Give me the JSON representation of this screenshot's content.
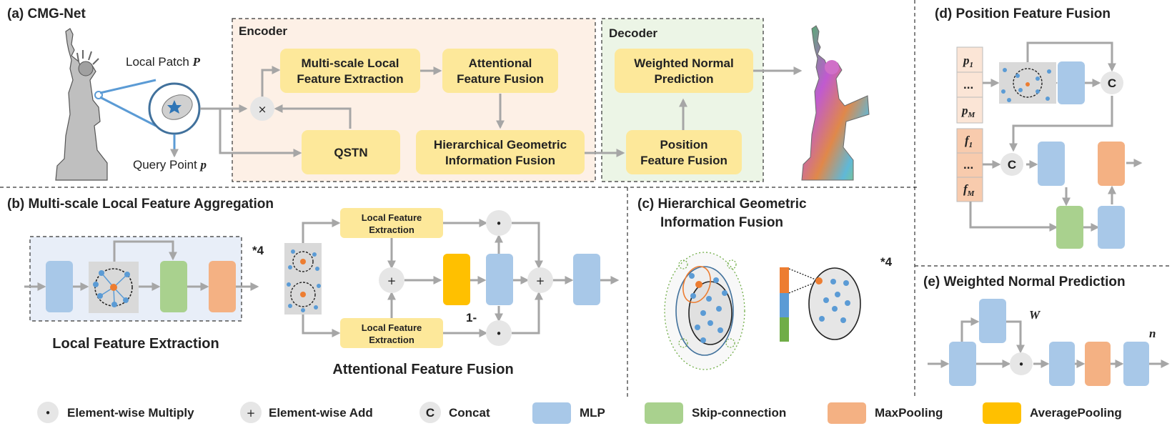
{
  "panels": {
    "a_title": "(a) CMG-Net",
    "b_title": "(b) Multi-scale Local Feature Aggregation",
    "c_title_1": "(c) Hierarchical Geometric",
    "c_title_2": "Information Fusion",
    "d_title": "(d) Position Feature Fusion",
    "e_title": "(e) Weighted Normal Prediction"
  },
  "a": {
    "encoder": "Encoder",
    "decoder": "Decoder",
    "local_patch": "Local Patch",
    "local_patch_sym": "P",
    "query_point": "Query Point",
    "query_point_sym": "p",
    "mslfe_1": "Multi-scale Local",
    "mslfe_2": "Feature Extraction",
    "aff_1": "Attentional",
    "aff_2": "Feature Fusion",
    "hgif_1": "Hierarchical Geometric",
    "hgif_2": "Information Fusion",
    "qstn": "QSTN",
    "wnp_1": "Weighted Normal",
    "wnp_2": "Prediction",
    "pff_1": "Position",
    "pff_2": "Feature Fusion",
    "times": "×"
  },
  "b": {
    "repeat": "*4",
    "lfe_caption": "Local Feature Extraction",
    "lfe_top_1": "Local Feature",
    "lfe_top_2": "Extraction",
    "lfe_bot_1": "Local Feature",
    "lfe_bot_2": "Extraction",
    "one_minus": "1-",
    "aff_caption": "Attentional Feature Fusion",
    "plus": "+",
    "dot": "•"
  },
  "c": {
    "repeat": "*4"
  },
  "d": {
    "p1": "p",
    "p1_sub": "1",
    "pdots": "...",
    "pM": "p",
    "pM_sub": "M",
    "f1": "f",
    "f1_sub": "1",
    "fdots": "...",
    "fM": "f",
    "fM_sub": "M",
    "concat": "C"
  },
  "e": {
    "w": "W",
    "n": "n",
    "dot": "•"
  },
  "legend": {
    "multiply": "Element-wise Multiply",
    "add": "Element-wise Add",
    "concat": "Concat",
    "mlp": "MLP",
    "skip": "Skip-connection",
    "maxpool": "MaxPooling",
    "avgpool": "AveragePooling",
    "multiply_sym": "•",
    "add_sym": "+",
    "concat_sym": "C"
  },
  "colors": {
    "block_yellow": "#fde89a",
    "mlp": "#a8c8e8",
    "skip": "#a9d18e",
    "maxpool": "#f4b183",
    "avgpool": "#ffc000",
    "encoder_bg": "#fdf0e6",
    "decoder_bg": "#ecf5e6",
    "lfe_bg": "#e8eef8",
    "patch_bg": "#d9d9d9",
    "op_circle": "#e6e6e6",
    "arrow": "#a6a6a6",
    "point_blue": "#5b9bd5",
    "point_orange": "#ed7d31",
    "feature_bg": "#f8cbad"
  }
}
